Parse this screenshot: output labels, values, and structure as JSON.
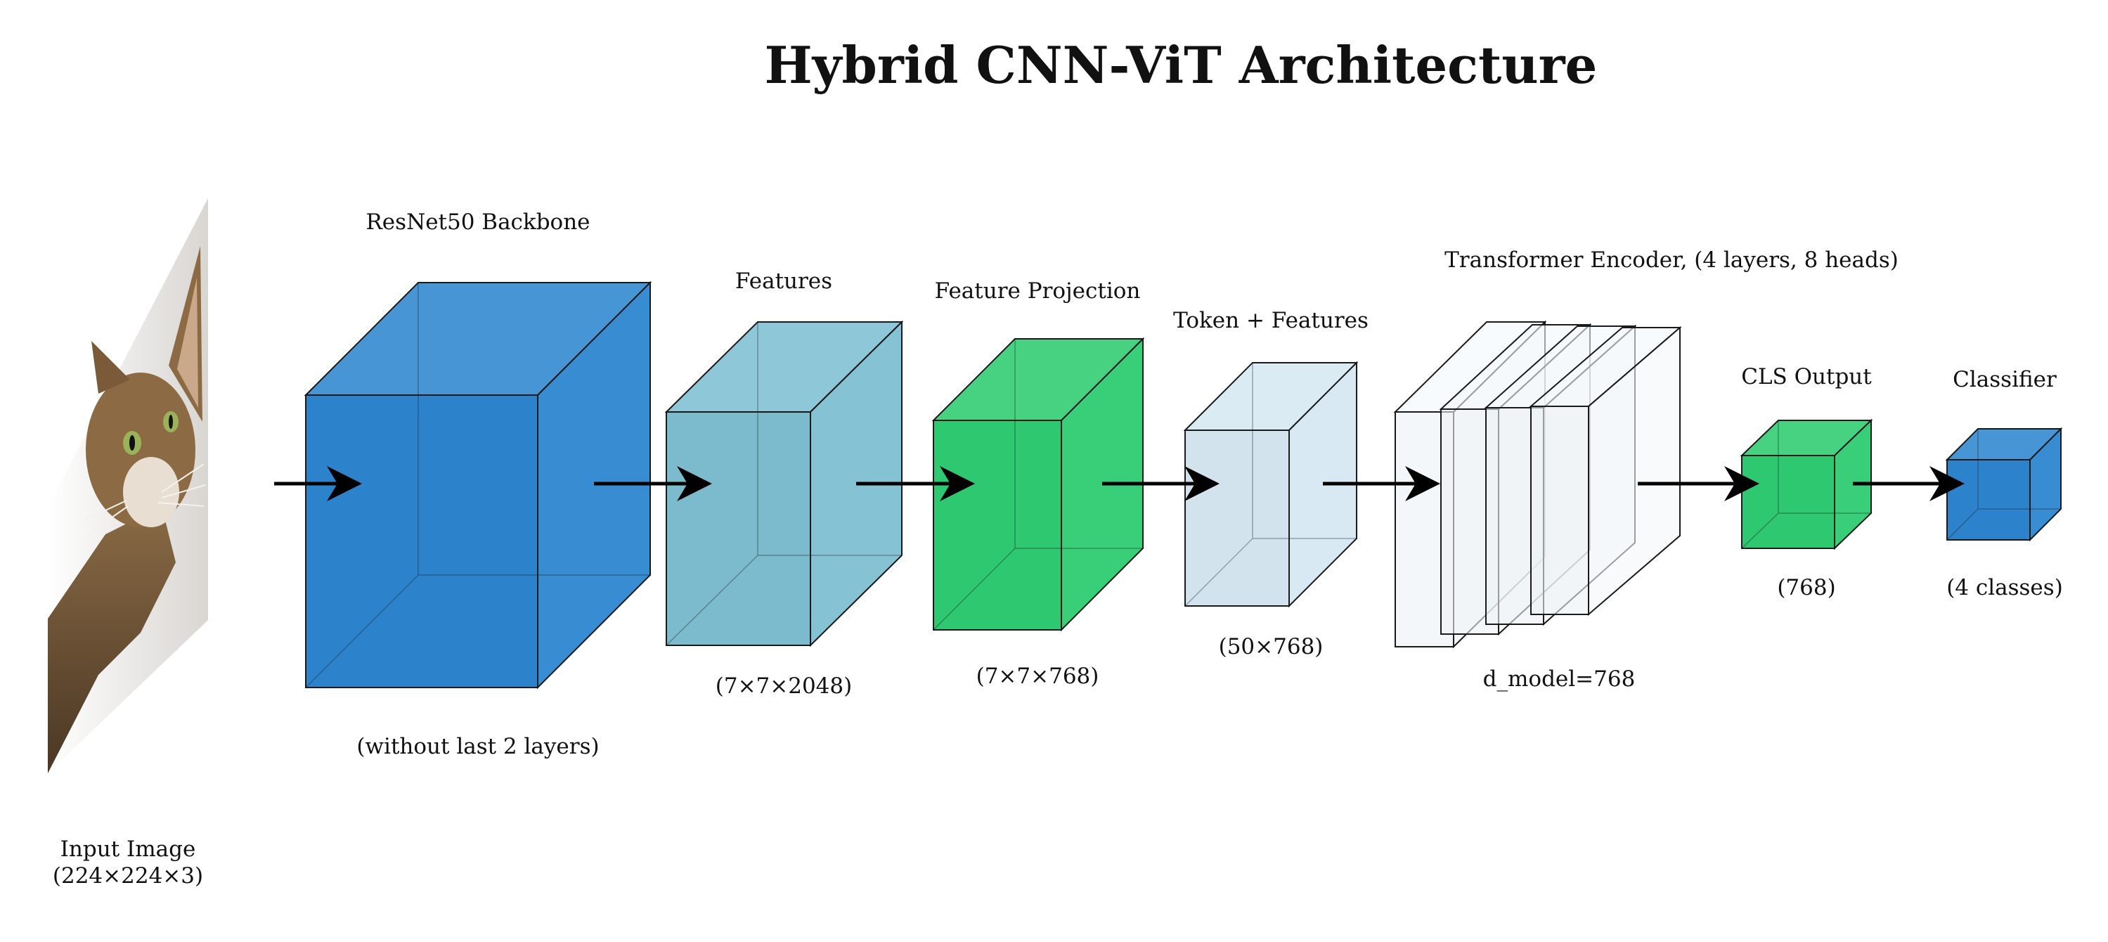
{
  "title": "Hybrid CNN-ViT Architecture",
  "colors": {
    "title": "#74b6c8",
    "resnet_blue": "#2e86cf",
    "features_teal": "#7fbfd1",
    "projection_green": "#2ecc71",
    "token_light_blue": "#d6e8f3",
    "encoder_white": "#f2f7fa",
    "cls_green": "#2ecc71",
    "classifier_blue": "#2e86cf",
    "edge": "#1a1a1a",
    "arrow": "#000000"
  },
  "input": {
    "label": "Input Image",
    "dims": "(224×224×3)",
    "icon": "cat-photo"
  },
  "blocks": [
    {
      "id": "resnet",
      "label": "ResNet50 Backbone",
      "sublabel": "(without last 2 layers)",
      "color_key": "resnet_blue"
    },
    {
      "id": "features",
      "label": "Features",
      "sublabel": "(7×7×2048)",
      "color_key": "features_teal"
    },
    {
      "id": "projection",
      "label": "Feature Projection",
      "sublabel": "(7×7×768)",
      "color_key": "projection_green"
    },
    {
      "id": "token",
      "label": "Token + Features",
      "sublabel": "(50×768)",
      "color_key": "token_light_blue"
    },
    {
      "id": "encoder",
      "label": "Transformer Encoder, (4 layers, 8 heads)",
      "sublabel": "d_model=768",
      "color_key": "encoder_white",
      "layers": 4
    },
    {
      "id": "cls",
      "label": "CLS Output",
      "sublabel": "(768)",
      "color_key": "cls_green"
    },
    {
      "id": "classifier",
      "label": "Classifier",
      "sublabel": "(4 classes)",
      "color_key": "classifier_blue"
    }
  ]
}
